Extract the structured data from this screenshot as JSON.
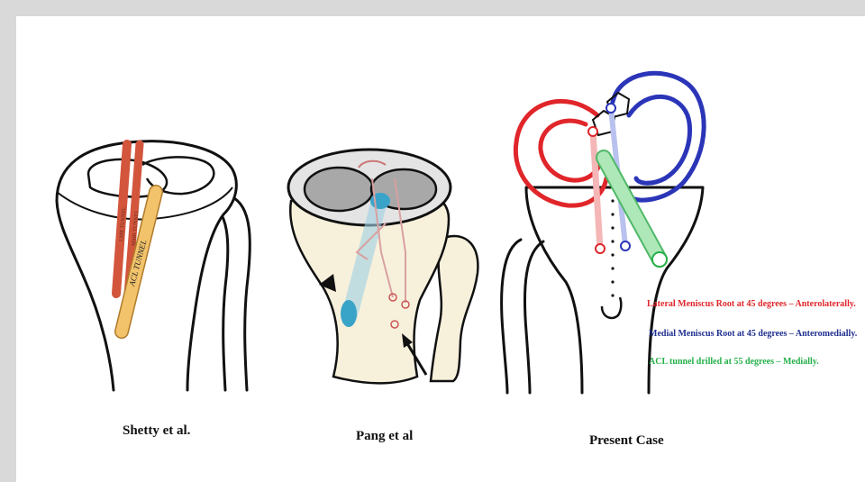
{
  "panels": [
    {
      "caption": "Shetty et al.",
      "tunnel_labels": [
        "ACL TUNNEL",
        "LMR TUNNEL",
        "MMR TUNNEL"
      ]
    },
    {
      "caption": "Pang et al"
    },
    {
      "caption": "Present Case"
    }
  ],
  "legend": [
    {
      "text": "Lateral Meniscus Root at 45 degrees – Anterolaterally.",
      "color": "#e0262b"
    },
    {
      "text": "Medial Meniscus Root at 45 degrees – Anteromedially.",
      "color": "#1f2f8f"
    },
    {
      "text": "ACL tunnel drilled at 55 degrees – Medially.",
      "color": "#25b04a"
    }
  ],
  "colors": {
    "lateral_meniscus": "#e0262b",
    "medial_meniscus": "#2b35b8",
    "acl_tunnel": "#7fd68c",
    "shetty_tunnel_red": "#d2553c",
    "shetty_tunnel_orange": "#f2c36b",
    "pang_tibia_fill": "#f7f1dc",
    "pang_tunnel_blue": "#3aa3c8"
  }
}
